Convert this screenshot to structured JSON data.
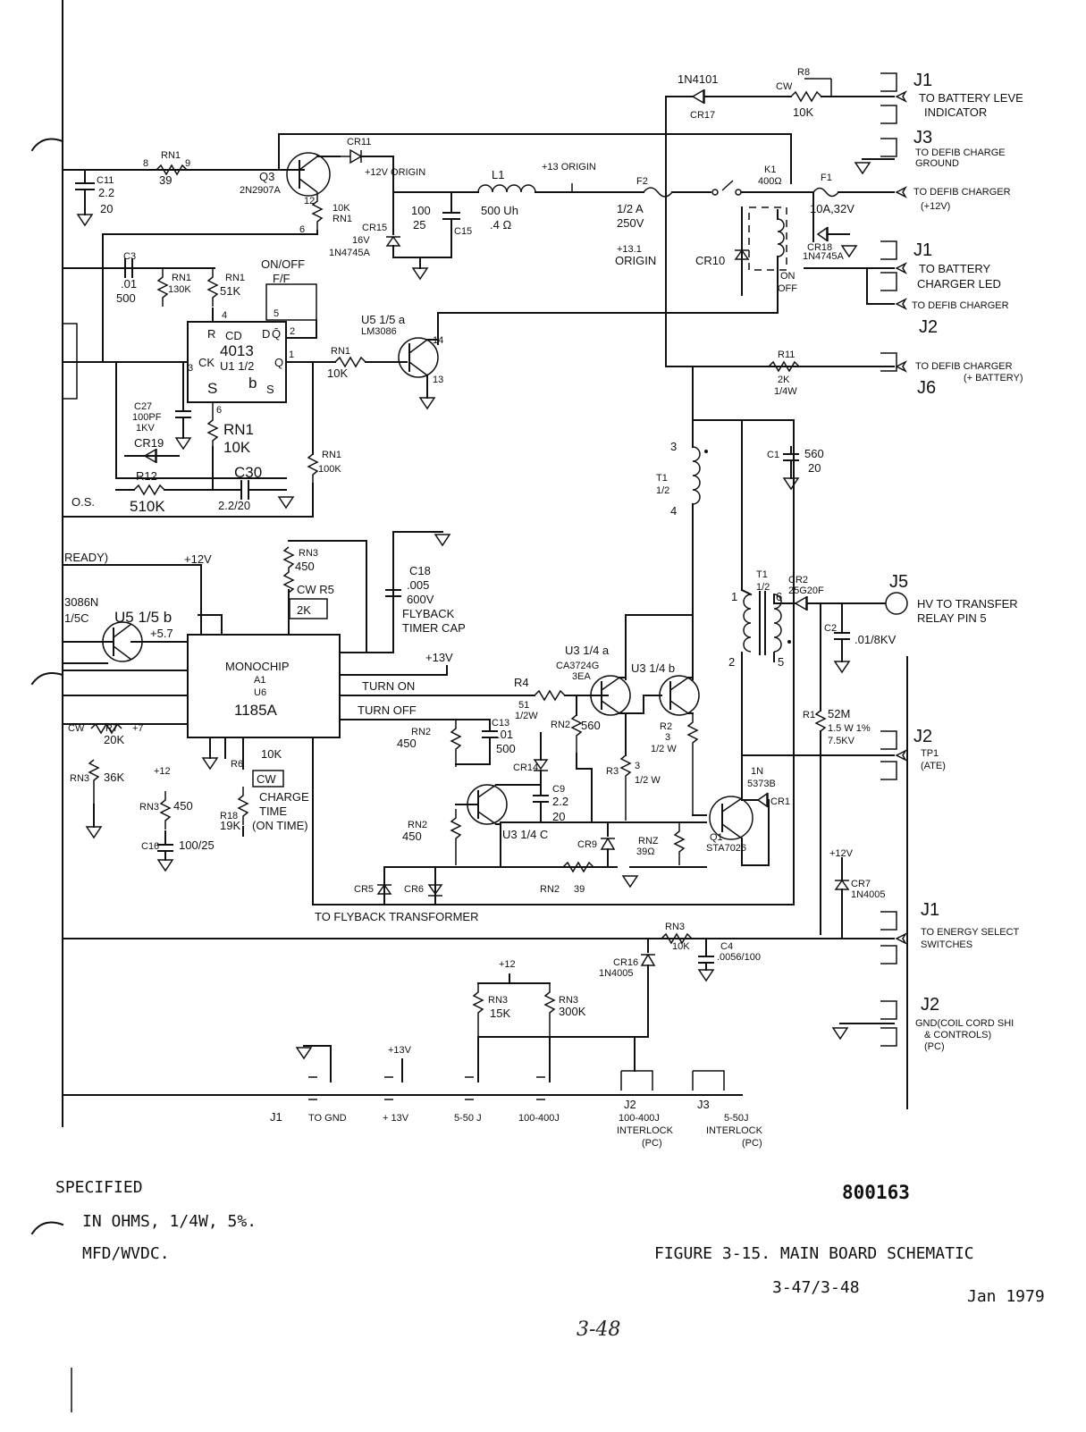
{
  "labels": {
    "cr17": "CR17",
    "d1n4101": "1N4101",
    "r8": "R8",
    "cw_r8": "CW",
    "r8v": "10K",
    "rn1_9": "RN1",
    "pin8": "8",
    "pin9": "9",
    "r39": "39",
    "c11": "C11",
    "c11v": "2.2",
    "c11w": "20",
    "cr11": "CR11",
    "q3": "Q3",
    "q3v": "2N2907A",
    "rn1_10k": "10K",
    "rn1b": "RN1",
    "pin6": "6",
    "pin12": "12",
    "v12o": "+12V ORIGIN",
    "l1": "L1",
    "l1v": "500 Uh",
    "l1r": ".4 Ω",
    "v13o": "+13 ORIGIN",
    "f2": "F2",
    "f2v": "1/2 A",
    "f2w": "250V",
    "c15": "C15",
    "c15v": "100",
    "c15w": "25",
    "cr15": "CR15",
    "cr15v": "16V",
    "cr15p": "1N4745A",
    "v131": "+13.1",
    "orig": "ORIGIN",
    "k1": "K1",
    "k1v": "400Ω",
    "f1": "F1",
    "f1v": "10A,32V",
    "cr18": "CR18",
    "cr18p": "1N4745A",
    "cr10": "CR10",
    "on": "ON",
    "off": "OFF",
    "j1a": "J1",
    "to_bli": "TO BATTERY LEVE",
    "indic": "INDICATOR",
    "j3a": "J3",
    "to_dcg": "TO DEFIB CHARGE",
    "ground": "GROUND",
    "to_dc12": "TO DEFIB CHARGER",
    "p12v": "(+12V)",
    "j1b": "J1",
    "to_bcl": "TO BATTERY",
    "chg_led": "CHARGER LED",
    "to_dc5": "TO DEFIB CHARGER",
    "j2a": "J2",
    "to_dcb": "TO DEFIB CHARGER",
    "pbat": "(+ BATTERY)",
    "j6": "J6",
    "r11": "R11",
    "r11v": "2K",
    "r11w": "1/4W",
    "c3": "C3",
    "c3v": ".01",
    "c3w": "500",
    "rn1_130": "RN1",
    "v130": "130K",
    "rn1_51": "RN1",
    "v51": "51K",
    "onoff": "ON/OFF",
    "ff": "F/F",
    "cd4013": "CD",
    "n4013": "4013",
    "u1": "U1 1/2",
    "pinR": "R",
    "pinD": "D",
    "pinQb": "Q̄",
    "pinCK": "CK",
    "pinQ": "Q",
    "pinS": "S",
    "pinb": "b",
    "u5a": "U5 1/5 a",
    "lm3086": "LM3086",
    "rn1_5": "RN1",
    "v10ka": "10K",
    "c27": "C27",
    "c27v": "100PF",
    "c27w": "1KV",
    "cr19": "CR19",
    "r12": "R12",
    "r12v": "510K",
    "rn1_10k2": "RN1",
    "v10kb": "10K",
    "c30": "C30",
    "c30v": "2.2/20",
    "rn1_100": "RN1",
    "v100k": "100K",
    "os": "O.S.",
    "ready": "READY)",
    "u3086n": "3086N",
    "u5c": "1/5C",
    "u5b": "U5 1/5 b",
    "v57": "+5.7",
    "p12a": "+12V",
    "rn3": "RN3",
    "v450": "450",
    "cwr5": "CW R5",
    "v2k": "2K",
    "offl": "OFF",
    "c18": "C18",
    "c18v": ".005",
    "c18w": "600V",
    "flyback": "FLYBACK",
    "timercap": "TIMER CAP",
    "monochip": "MONOCHIP",
    "a1": "A1",
    "u6": "U6",
    "n1185": "1185A",
    "p13v": "+13V",
    "turnon": "TURN ON",
    "turnoff": "TURN OFF",
    "r4": "R4",
    "r4v": "51",
    "r4w": "1/2W",
    "rn2a": "RN2",
    "v450b": "450",
    "c13": "C13",
    "c13v": ".01",
    "c13w": "500",
    "rn2_560": "RN2",
    "v560": "560",
    "u34a": "U3 1/4 a",
    "ca3724": "CA3724G",
    "bea": "3EA",
    "u34b": "U3 1/4 b",
    "r2": "R2",
    "r2v": "3",
    "r2w": "1/2 W",
    "r3": "R3",
    "r3v": "3",
    "r3w": "1/2 W",
    "cr14": "CR14",
    "c9": "C9",
    "c9v": "2.2",
    "c9w": "20",
    "u34c": "U3 1/4 C",
    "rn2b": "RN2",
    "v450c": "450",
    "cr9": "CR9",
    "rnz": "RNZ",
    "v39": "39Ω",
    "q1": "Q1",
    "sta": "STA7026",
    "cr5": "CR5",
    "cr6": "CR6",
    "rn2_39": "RN2",
    "v39b": "39",
    "to_fly": "TO FLYBACK TRANSFORMER",
    "cw_r7": "CW",
    "r7": "R7",
    "r7v": "20K",
    "p7": "+7",
    "rn3b": "RN3",
    "v36k": "36K",
    "p12b": "+12",
    "rn3c": "RN3",
    "v450d": "450",
    "c16": "C16",
    "c16v": "100/25",
    "r6": "R6",
    "cwr6": "CW",
    "v10kc": "10K",
    "r18": "R18",
    "v19k": "19K",
    "chgtime": "CHARGE",
    "time": "TIME",
    "ontime": "(ON TIME)",
    "t1a": "T1",
    "t1ah": "1/2",
    "t1b": "T1",
    "t1bh": "1/2",
    "cr2": "CR2",
    "cr2v": "25G20F",
    "c1": "C1",
    "c1v": "560",
    "c1w": "20",
    "j5": "J5",
    "hv": "HV TO TRANSFER",
    "relay": "RELAY PIN 5",
    "c2": "C2",
    "c2v": ".01/8KV",
    "in5373": "1N",
    "in5373b": "5373B",
    "cr1": "CR1",
    "r1": "R1",
    "r1v": "52M",
    "r1w": "1.5 W 1%",
    "r1k": "7.5KV",
    "j2b": "J2",
    "tp1": "TP1",
    "ate": "(ATE)",
    "p12c": "+12V",
    "cr7": "CR7",
    "cr7p": "1N4005",
    "rn3d": "RN3",
    "v10kd": "10K",
    "c4": "C4",
    "c4v": ".0056/100",
    "cr16": "CR16",
    "cr16p": "1N4005",
    "j1c": "J1",
    "to_es": "TO ENERGY SELECT",
    "sw": "SWITCHES",
    "p12d": "+12",
    "rn3e": "RN3",
    "v15k": "15K",
    "rn3f": "RN3",
    "v300k": "300K",
    "j2c": "J2",
    "gnd_cc": "GND(COIL CORD SHI",
    "controls": "& CONTROLS)",
    "pc": "(PC)",
    "p13b": "+13V",
    "j1d": "J1",
    "togn": "TO GND",
    "p13c": "+ 13V",
    "e550": "5-50 J",
    "e100": "100-400J",
    "j2d": "J2",
    "j3d": "J3",
    "il100": "100-400J",
    "il5": "5-50J",
    "inter1": "INTERLOCK",
    "inter2": "INTERLOCK",
    "pc1": "(PC)",
    "pc2": "(PC)",
    "n3": "3",
    "n4": "4",
    "n1": "1",
    "n2": "2",
    "n5": "5",
    "n6": "6",
    "n14": "14",
    "n13": "13"
  },
  "notes": {
    "line1": "SPECIFIED",
    "line2": "IN OHMS, 1/4W, 5%.",
    "line3": "MFD/WVDC."
  },
  "figure": {
    "number": "800163",
    "caption": "FIGURE 3-15.  MAIN BOARD SCHEMATIC",
    "pages": "3-47/3-48",
    "date": "Jan 1979",
    "handwritten": "3-48"
  }
}
